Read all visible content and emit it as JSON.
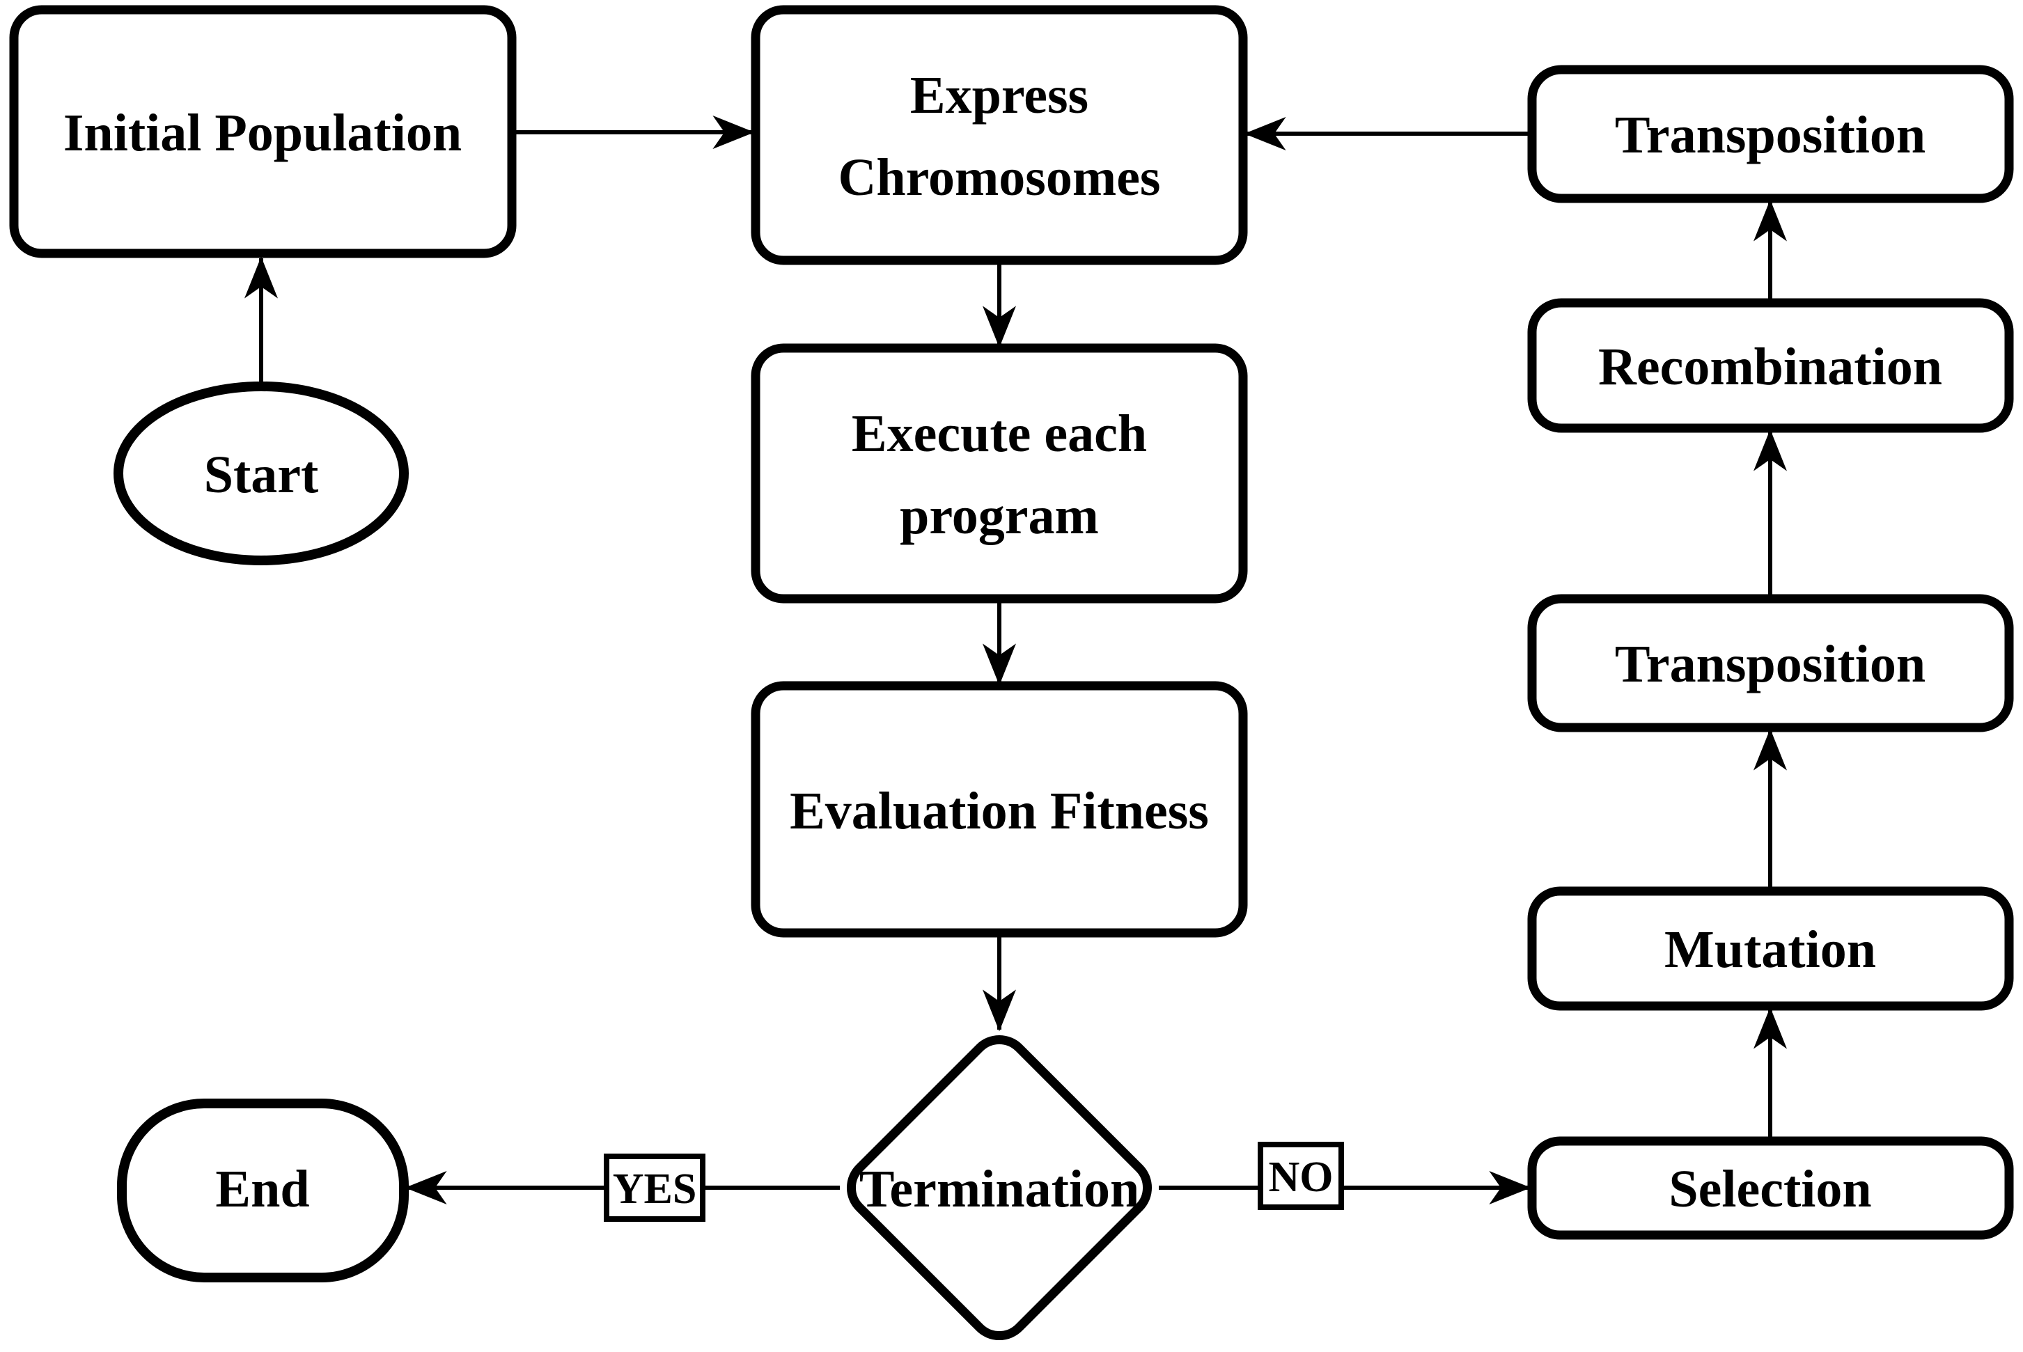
{
  "diagram": {
    "type": "flowchart",
    "background_color": "#ffffff",
    "stroke_color": "#000000",
    "text_color": "#000000",
    "nodes": {
      "start": {
        "label": "Start",
        "shape": "ellipse"
      },
      "initial_population": {
        "label": "Initial Population",
        "shape": "rounded-rect"
      },
      "express_chromosomes": {
        "line1": "Express",
        "line2": "Chromosomes",
        "shape": "rounded-rect"
      },
      "execute_each_program": {
        "line1": "Execute each",
        "line2": "program",
        "shape": "rounded-rect"
      },
      "evaluation_fitness": {
        "label": "Evaluation Fitness",
        "shape": "rounded-rect"
      },
      "termination": {
        "label": "Termination",
        "shape": "diamond"
      },
      "end": {
        "label": "End",
        "shape": "stadium"
      },
      "selection": {
        "label": "Selection",
        "shape": "rounded-rect"
      },
      "mutation": {
        "label": "Mutation",
        "shape": "rounded-rect"
      },
      "transposition_lower": {
        "label": "Transposition",
        "shape": "rounded-rect"
      },
      "recombination": {
        "label": "Recombination",
        "shape": "rounded-rect"
      },
      "transposition_upper": {
        "label": "Transposition",
        "shape": "rounded-rect"
      }
    },
    "edge_labels": {
      "yes": "YES",
      "no": "NO"
    }
  }
}
